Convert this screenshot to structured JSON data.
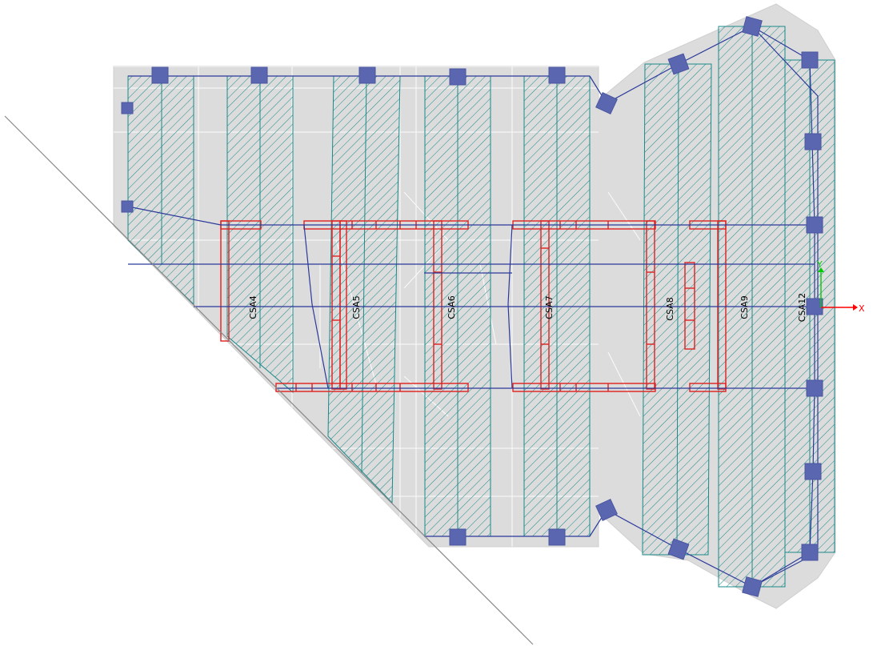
{
  "colors": {
    "background": "#ffffff",
    "slab": "#dcdcdc",
    "mesh": "#ffffff",
    "strip": "#1a8a8a",
    "beam": "#2b3a9a",
    "column": "#5a66b0",
    "wall": "#e02020",
    "cut_line": "#888888",
    "axis_x": "#ff0000",
    "axis_y": "#00cc00"
  },
  "strips": [
    {
      "id": "CSA4",
      "label": "CSA4"
    },
    {
      "id": "CSA5",
      "label": "CSA5"
    },
    {
      "id": "CSA6",
      "label": "CSA6"
    },
    {
      "id": "CSA7",
      "label": "CSA7"
    },
    {
      "id": "CSA8",
      "label": "CSA8"
    },
    {
      "id": "CSA9",
      "label": "CSA9"
    },
    {
      "id": "CSA12",
      "label": "CSA12"
    }
  ],
  "axes": {
    "x_label": "X",
    "y_label": "Y"
  }
}
